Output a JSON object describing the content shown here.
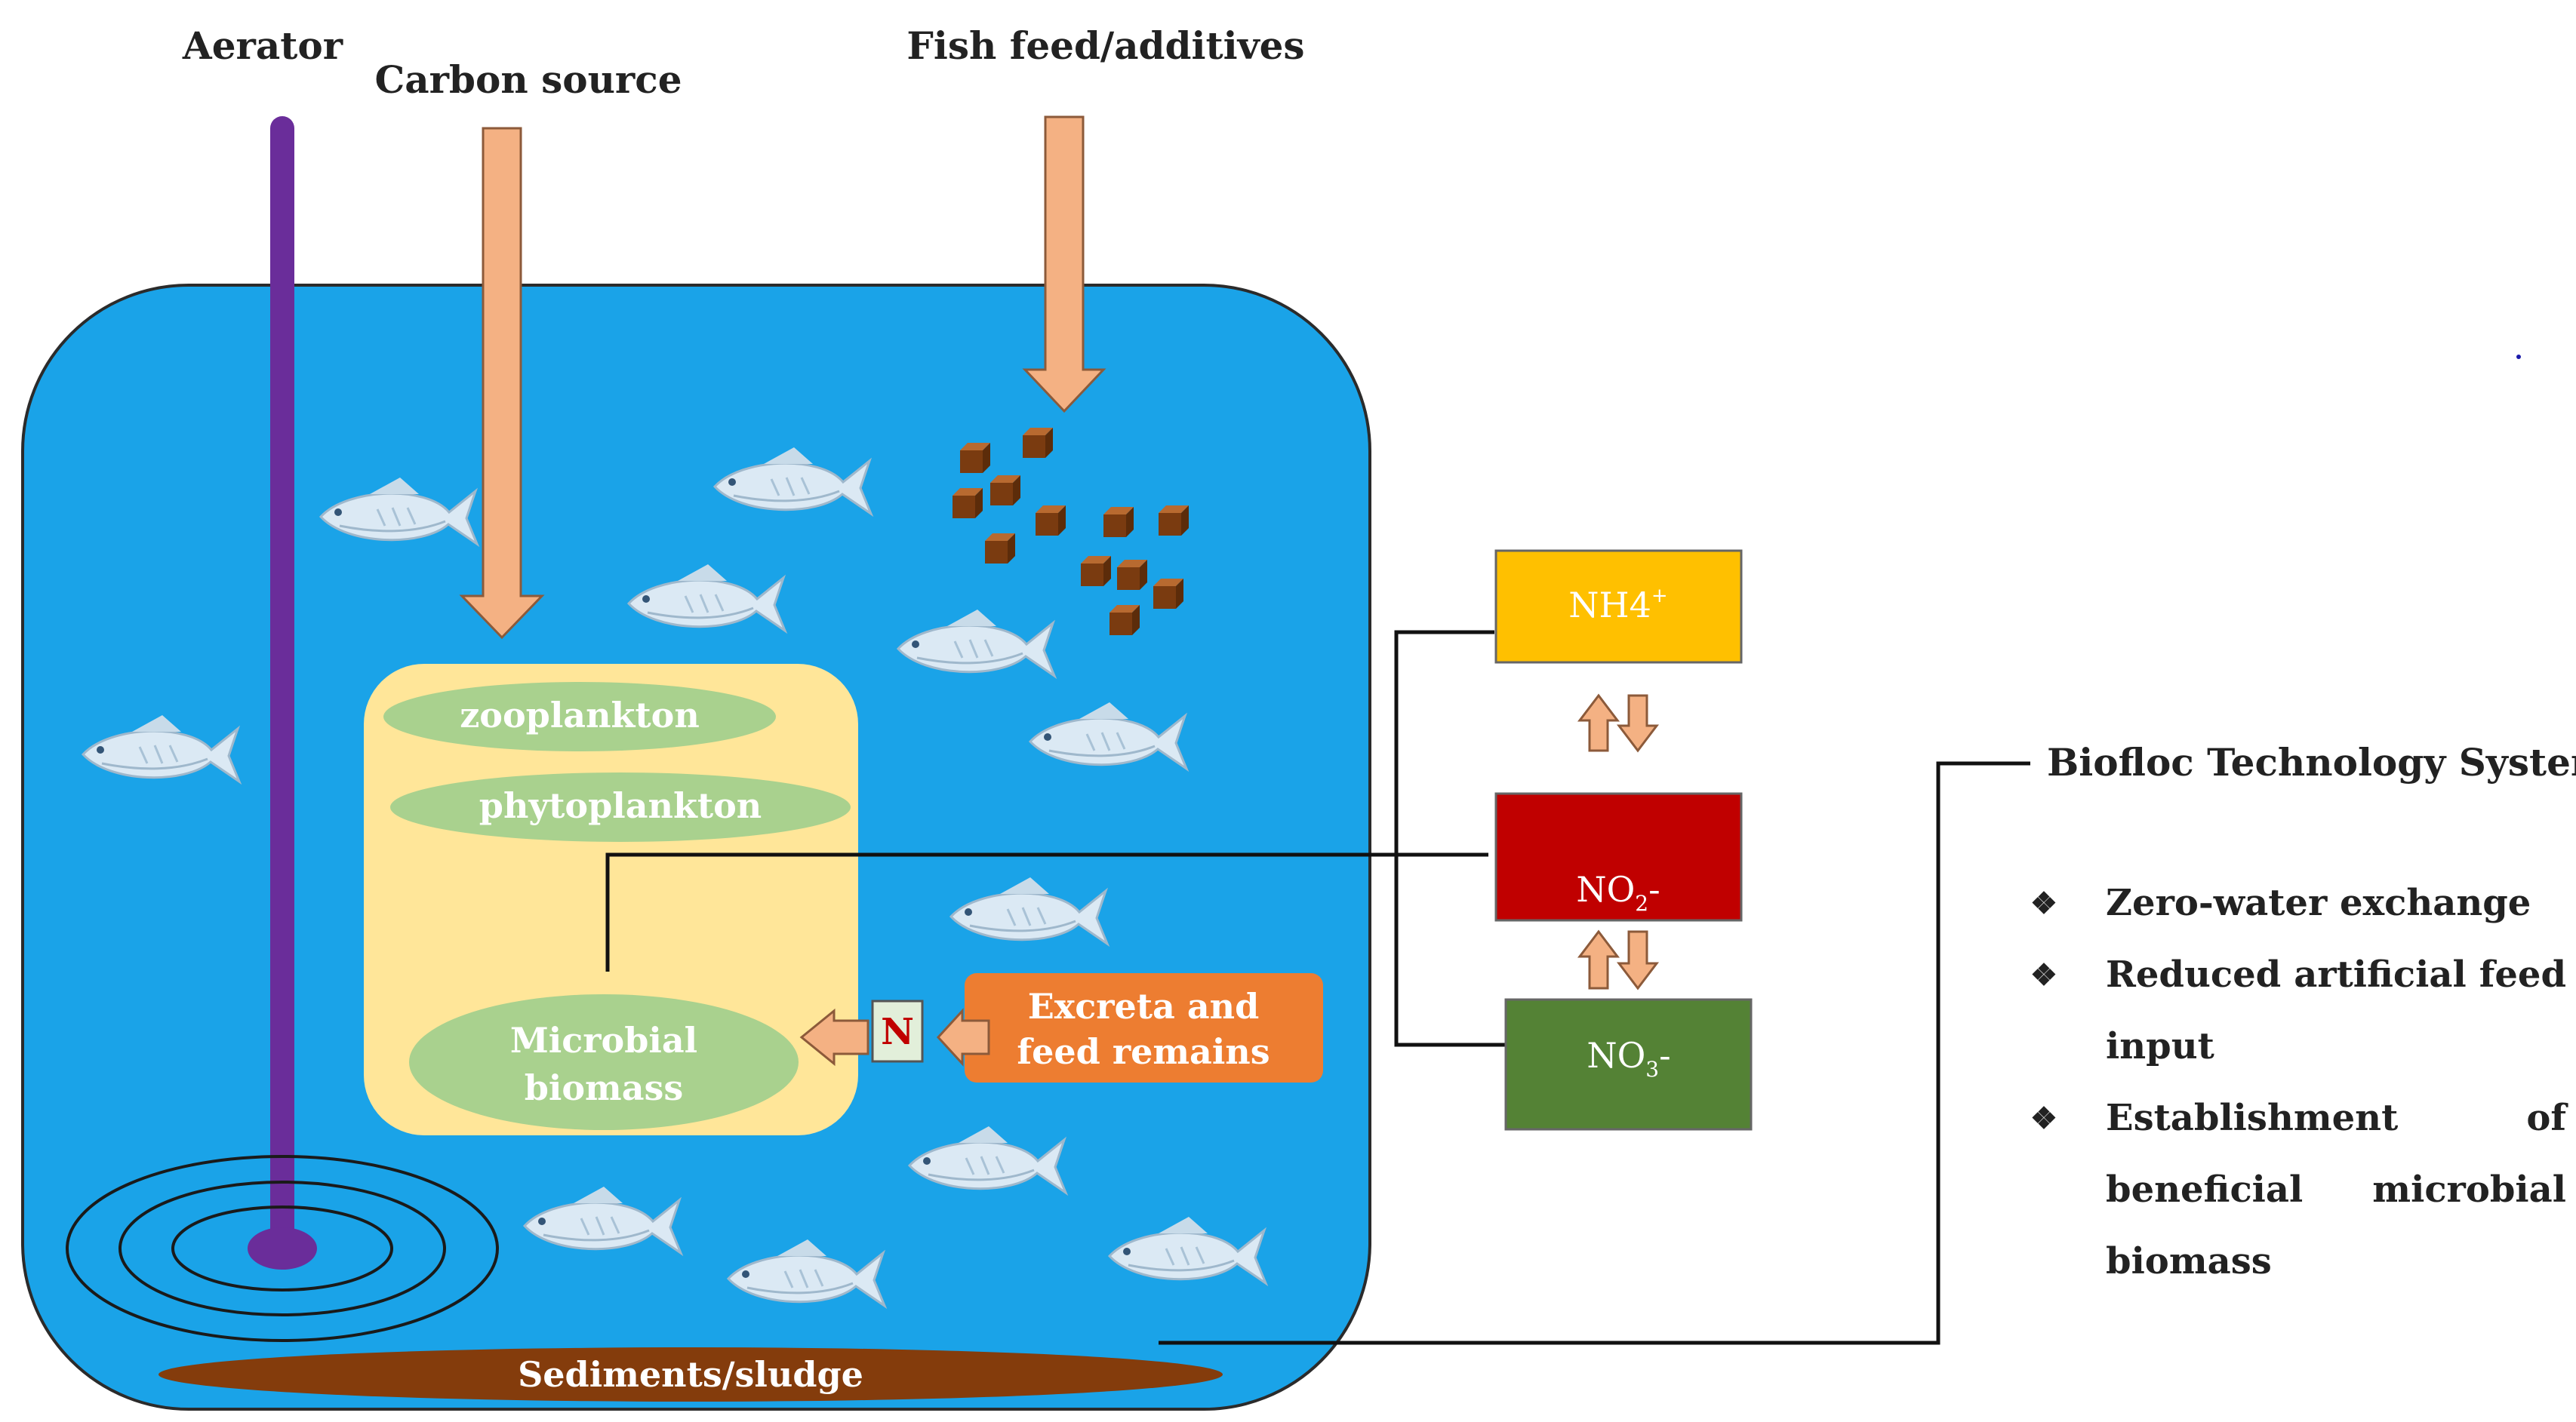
{
  "labels": {
    "aerator": "Aerator",
    "carbon_source": "Carbon source",
    "fish_feed": "Fish feed/additives",
    "zooplankton": "zooplankton",
    "phytoplankton": "phytoplankton",
    "microbial_line1": "Microbial",
    "microbial_line2": "biomass",
    "excreta_line1": "Excreta and",
    "excreta_line2": "feed remains",
    "n_box": "N",
    "sediments": "Sediments/sludge",
    "system_title": "Biofloc Technology System"
  },
  "nitrogen": {
    "nh4_base": "NH4",
    "nh4_sup": "+",
    "no2_base": "NO",
    "no2_sub": "2",
    "no2_tail": "-",
    "no3_base": "NO",
    "no3_sub": "3",
    "no3_tail": "-"
  },
  "features": {
    "bullet_symbol": "❖",
    "items": [
      "Zero-water exchange",
      "Reduced artificial feed input",
      "Establishment of beneficial microbial biomass"
    ]
  },
  "colors": {
    "water": "#1aa3e8",
    "aerator": "#6a2d9a",
    "arrow": "#f4b183",
    "yellow_box": "#ffe699",
    "ellipse": "#a9d18e",
    "orange_box": "#ed7d31",
    "sediment": "#843c0c",
    "nh4": "#ffc000",
    "no2": "#c00000",
    "no3": "#548235"
  },
  "icons": {
    "fish": "fish-icon",
    "feed_pellet": "feed-pellet-icon"
  }
}
